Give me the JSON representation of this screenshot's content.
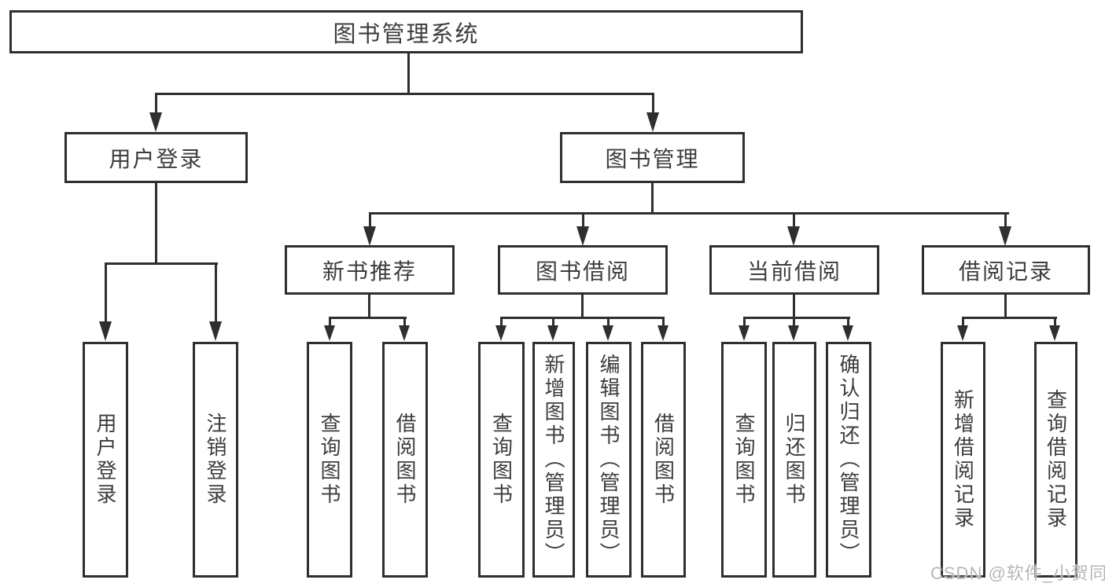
{
  "diagram": {
    "root": "图书管理系统",
    "level2": {
      "user": "用户登录",
      "book": "图书管理"
    },
    "level3": {
      "new_book": "新书推荐",
      "borrow": "图书借阅",
      "current": "当前借阅",
      "record": "借阅记录"
    },
    "leaves": {
      "user_login": "用户登录",
      "logout": "注销登录",
      "nb_query": "查询图书",
      "nb_borrow": "借阅图书",
      "bb_query": "查询图书",
      "bb_add": "新增图书（管理员）",
      "bb_edit": "编辑图书（管理员）",
      "bb_borrow": "借阅图书",
      "cb_query": "查询图书",
      "cb_return": "归还图书",
      "cb_confirm": "确认归还（管理员）",
      "br_add": "新增借阅记录",
      "br_query": "查询借阅记录"
    }
  },
  "watermark": "CSDN @软件_小贺同学",
  "colors": {
    "line": "#2f2f2f",
    "text": "#3d3d3d",
    "background": "#ffffff",
    "watermark": "#b5b7ba"
  }
}
